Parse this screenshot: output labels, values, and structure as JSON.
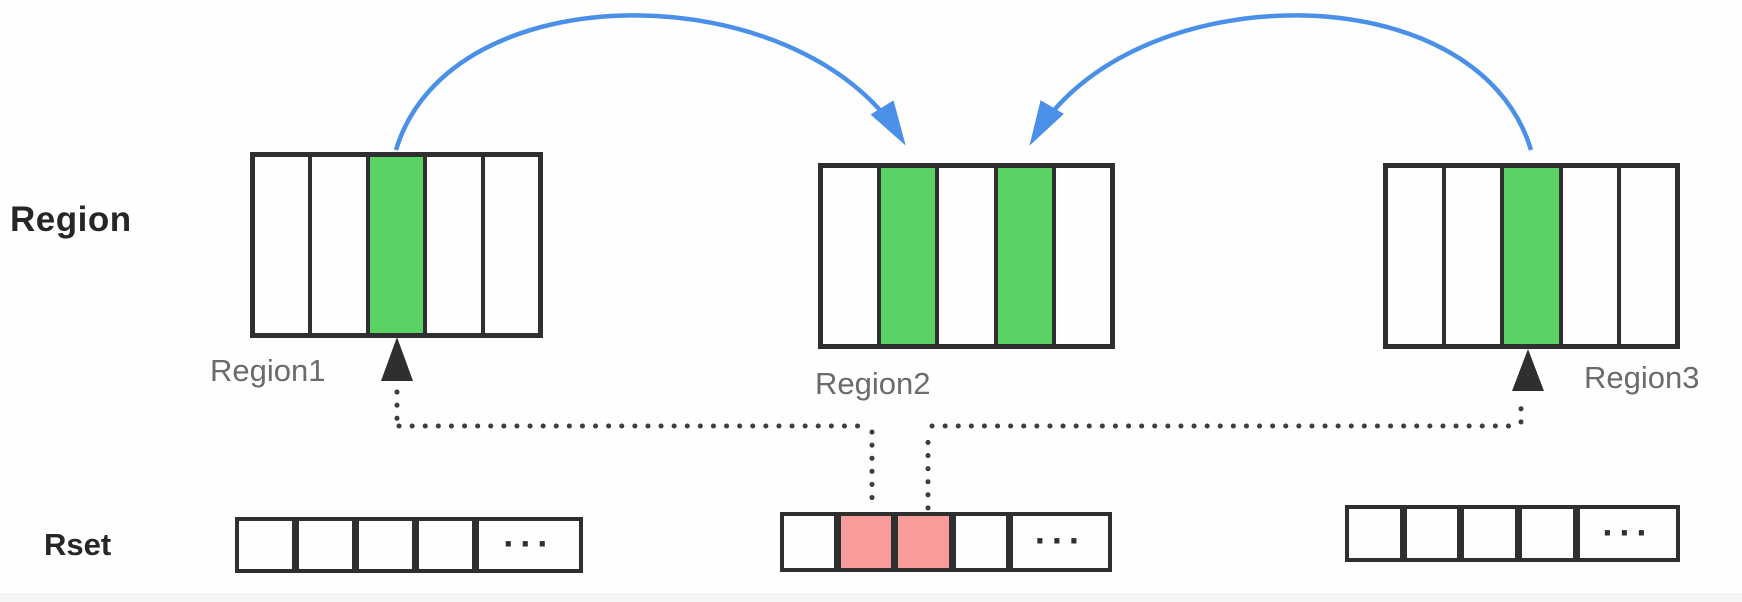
{
  "labels": {
    "region_row": "Region",
    "rset_row": "Rset"
  },
  "ellipsis": "···",
  "regions": [
    {
      "label": "Region1",
      "cells": [
        "plain",
        "plain",
        "green",
        "plain",
        "plain"
      ]
    },
    {
      "label": "Region2",
      "cells": [
        "plain",
        "green",
        "plain",
        "green",
        "plain"
      ]
    },
    {
      "label": "Region3",
      "cells": [
        "plain",
        "plain",
        "green",
        "plain",
        "plain"
      ]
    }
  ],
  "rsets": [
    {
      "cells": [
        "plain",
        "plain",
        "plain",
        "plain",
        "dots"
      ]
    },
    {
      "cells": [
        "plain",
        "pink",
        "pink",
        "plain",
        "dots"
      ]
    },
    {
      "cells": [
        "plain",
        "plain",
        "plain",
        "plain",
        "dots"
      ]
    }
  ],
  "arrows": {
    "blue_arcs": [
      {
        "from": "region1-cell-3",
        "to": "region2-cell-2"
      },
      {
        "from": "region3-cell-3",
        "to": "region2-cell-4"
      }
    ],
    "dotted_connectors": [
      {
        "from": "rset2-cell-2",
        "to": "region1-cell-3"
      },
      {
        "from": "rset2-cell-3",
        "to": "region3-cell-3"
      }
    ]
  },
  "colors": {
    "green_cell": "#5ad364",
    "pink_cell": "#f79b9b",
    "blue_arrow": "#4a90e8",
    "box_stroke": "#2f2f2f",
    "dotted_line": "#3d3d3d",
    "caption_gray": "#6b6b6b",
    "label_dark": "#262626"
  }
}
